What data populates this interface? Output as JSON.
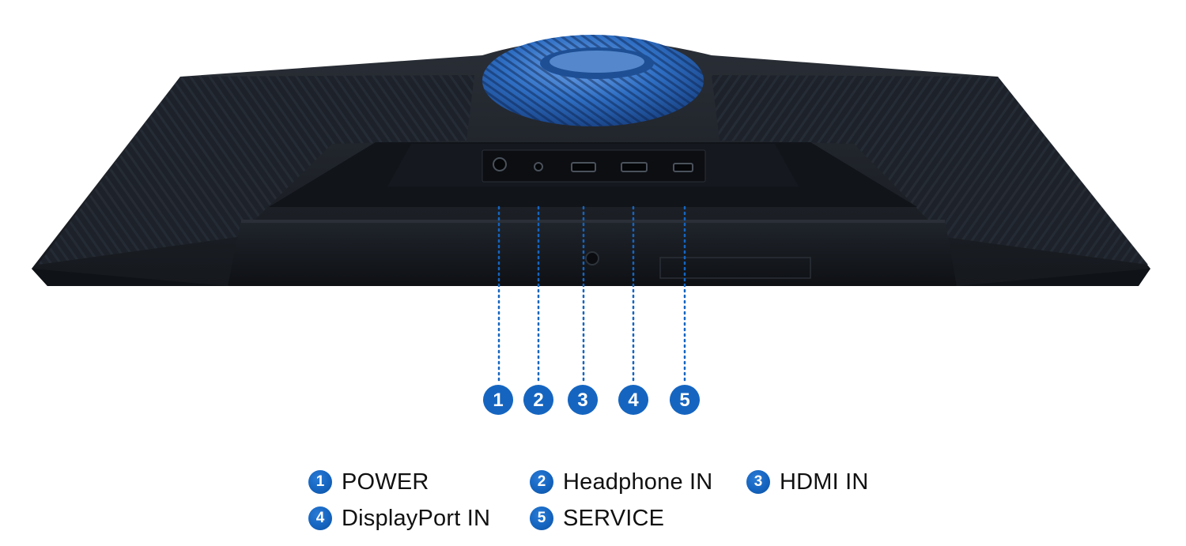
{
  "callouts": [
    {
      "number": "1",
      "label": "POWER"
    },
    {
      "number": "2",
      "label": "Headphone IN"
    },
    {
      "number": "3",
      "label": "HDMI IN"
    },
    {
      "number": "4",
      "label": "DisplayPort IN"
    },
    {
      "number": "5",
      "label": "SERVICE"
    }
  ],
  "colors": {
    "accent_blue": "#1565c0",
    "monitor_body": "#1b1f26",
    "stand_ring": "#2f6fc4",
    "background": "#ffffff"
  }
}
